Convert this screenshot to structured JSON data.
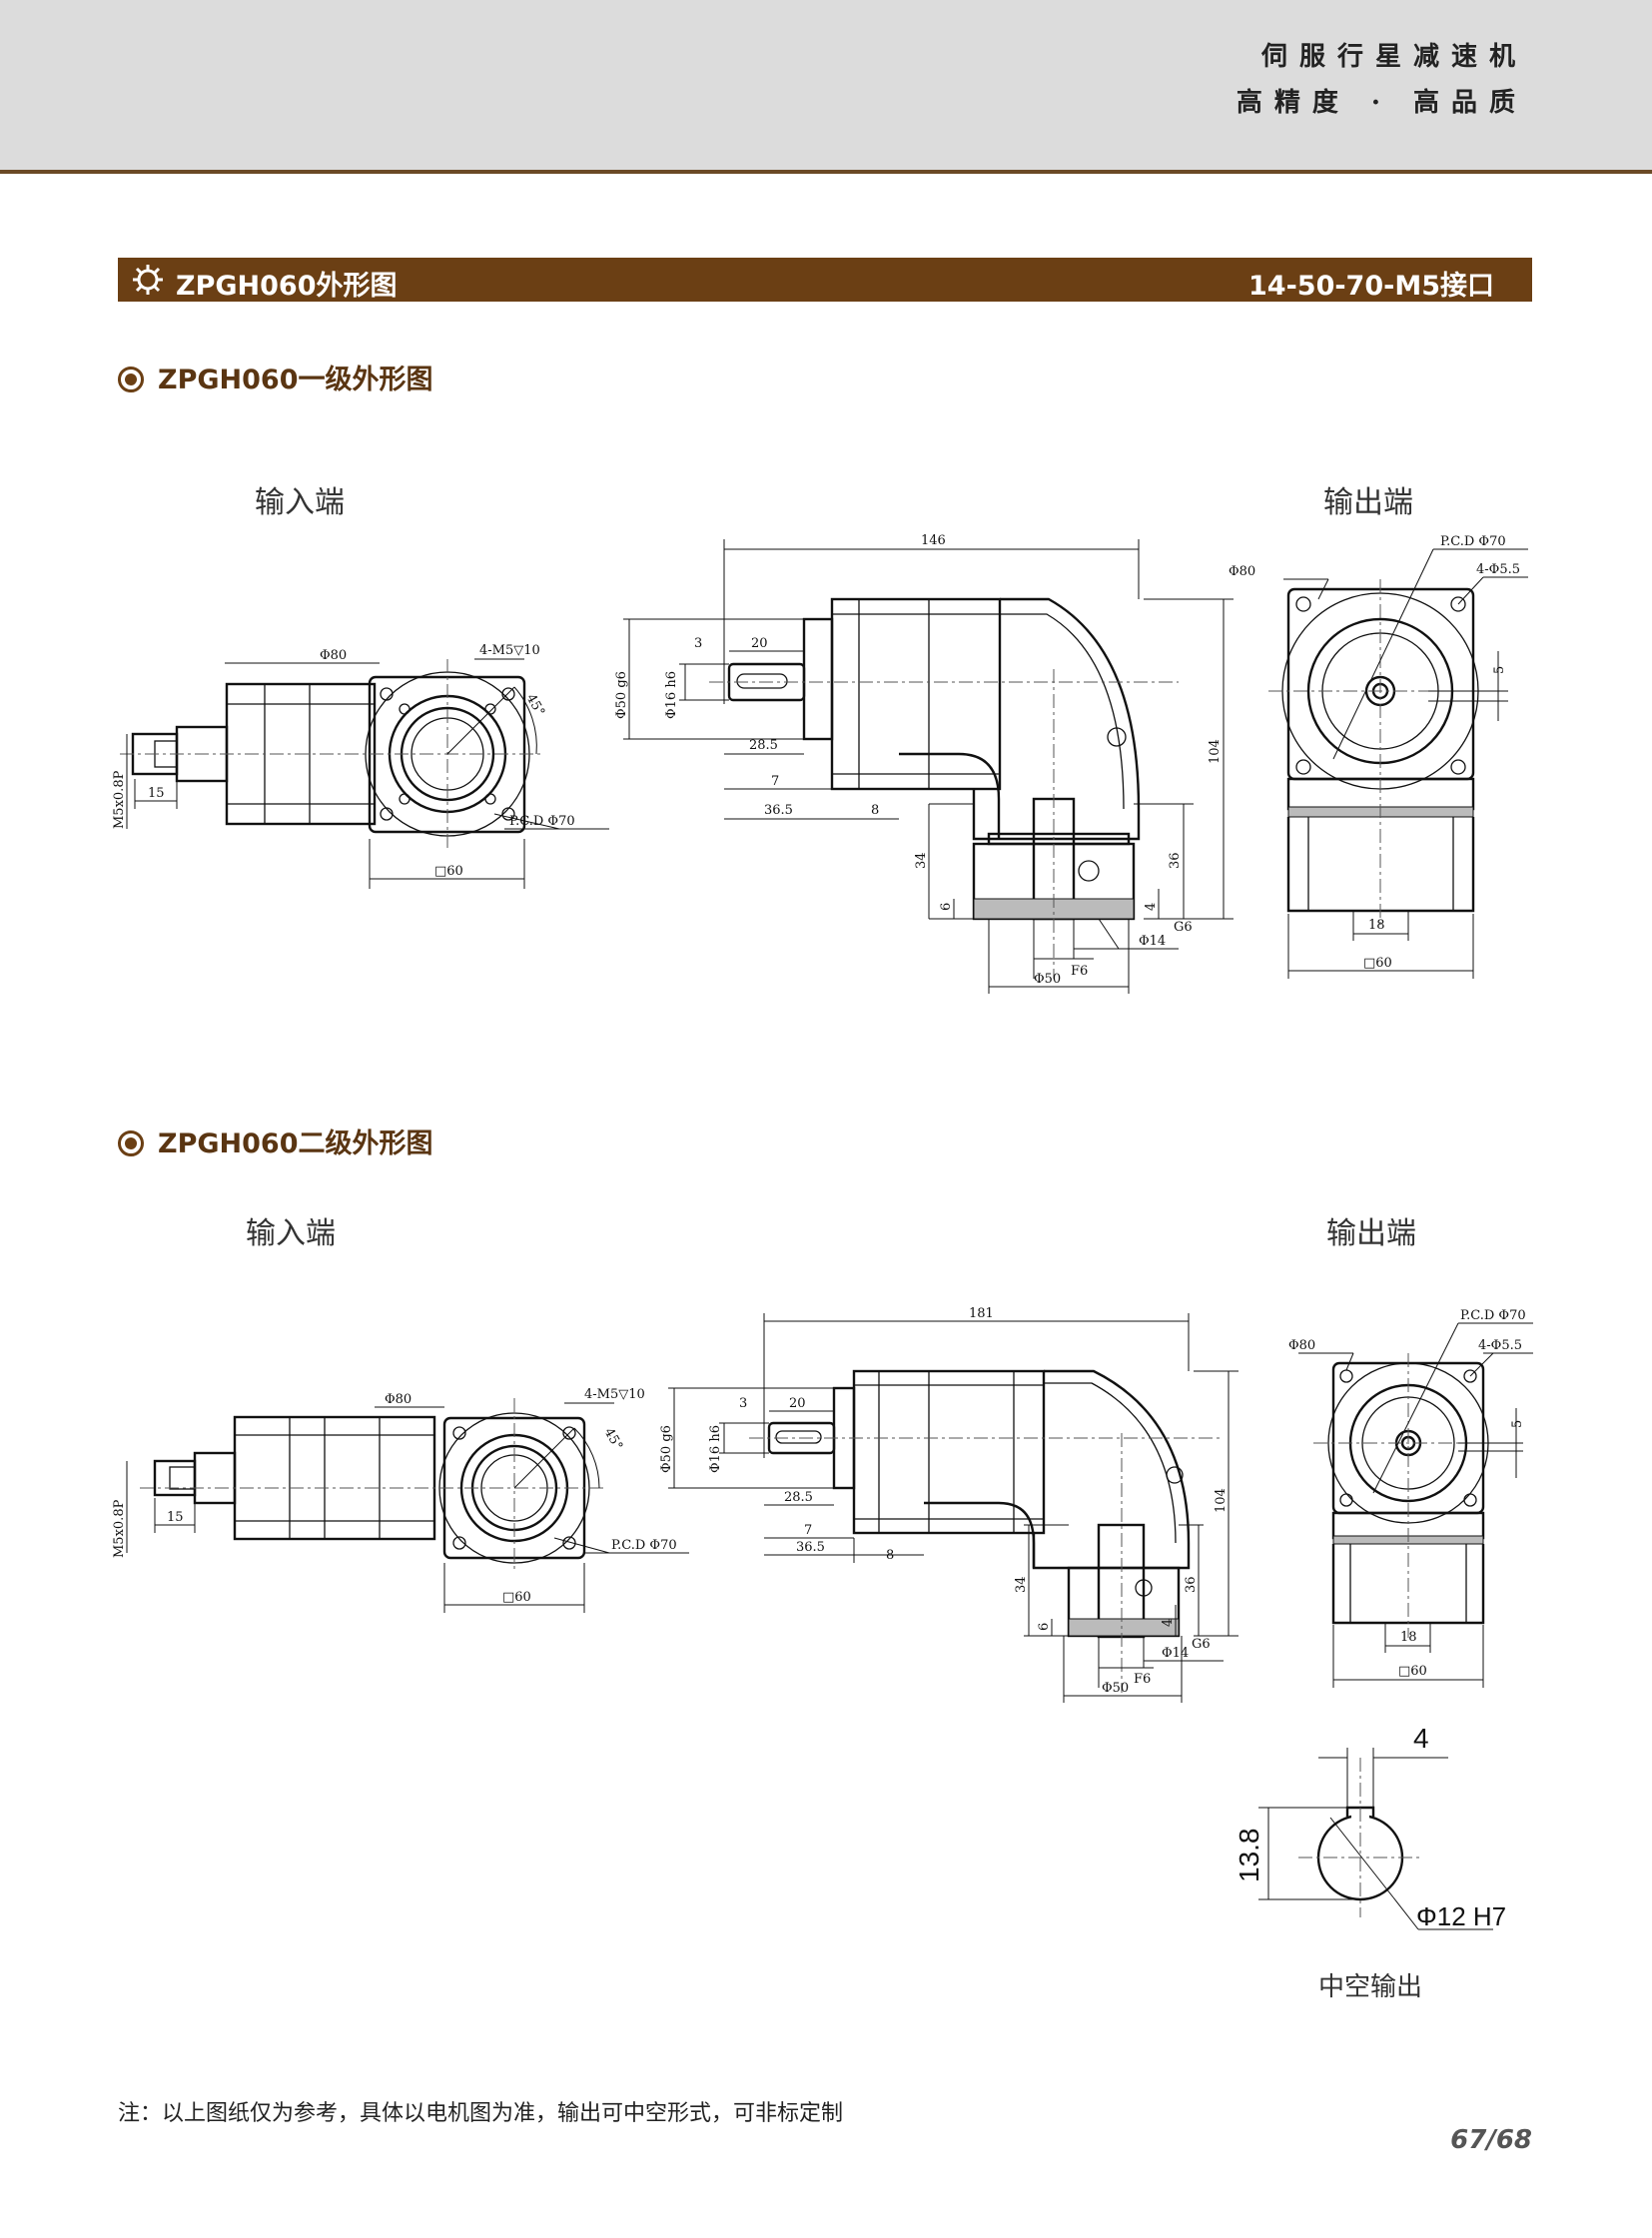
{
  "header": {
    "tagline_line1": "伺服行星减速机",
    "tagline_line2": "高精度 · 高品质"
  },
  "title_bar": {
    "title": "ZPGH060外形图",
    "interface": "14-50-70-M5接口",
    "icon": "gear-outline-icon"
  },
  "section1": {
    "heading": "ZPGH060一级外形图",
    "input_label": "输入端",
    "output_label": "输出端",
    "input_view": {
      "d80": "Φ80",
      "holes": "4-M5▽10",
      "angle": "45°",
      "thread": "M5x0.8P",
      "len15": "15",
      "pcd": "P.C.D Φ70",
      "sq60": "□60"
    },
    "side_view": {
      "len146": "146",
      "len3": "3",
      "len20": "20",
      "d50g6": "Φ50 g6",
      "d16h6": "Φ16 h6",
      "len28_5": "28.5",
      "len7": "7",
      "len36_5": "36.5",
      "len8": "8",
      "h104": "104",
      "h34": "34",
      "h6": "6",
      "h36": "36",
      "h4": "4",
      "g6": "G6",
      "d14": "Φ14",
      "f6": "F6",
      "d50": "Φ50"
    },
    "output_view": {
      "pcd": "P.C.D Φ70",
      "holes": "4-Φ5.5",
      "d80": "Φ80",
      "h5": "5",
      "w18": "18",
      "sq60": "□60"
    }
  },
  "section2": {
    "heading": "ZPGH060二级外形图",
    "input_label": "输入端",
    "output_label": "输出端",
    "input_view": {
      "d80": "Φ80",
      "holes": "4-M5▽10",
      "angle": "45°",
      "thread": "M5x0.8P",
      "len15": "15",
      "pcd": "P.C.D Φ70",
      "sq60": "□60"
    },
    "side_view": {
      "len181": "181",
      "len3": "3",
      "len20": "20",
      "d50g6": "Φ50 g6",
      "d16h6": "Φ16 h6",
      "len28_5": "28.5",
      "len7": "7",
      "len36_5": "36.5",
      "len8": "8",
      "h104": "104",
      "h34": "34",
      "h6": "6",
      "h36": "36",
      "h4": "4",
      "g6": "G6",
      "d14": "Φ14",
      "f6": "F6",
      "d50": "Φ50"
    },
    "output_view": {
      "pcd": "P.C.D Φ70",
      "holes": "4-Φ5.5",
      "d80": "Φ80",
      "h5": "5",
      "w18": "18",
      "sq60": "□60"
    }
  },
  "hollow_detail": {
    "w4": "4",
    "h13_8": "13.8",
    "d12h7": "Φ12 H7",
    "caption": "中空输出"
  },
  "footer": {
    "note": "注：以上图纸仅为参考，具体以电机图为准，输出可中空形式，可非标定制",
    "page": "67/68"
  },
  "colors": {
    "brown": "#6b3f14",
    "header_gray": "#dcdcdc"
  }
}
